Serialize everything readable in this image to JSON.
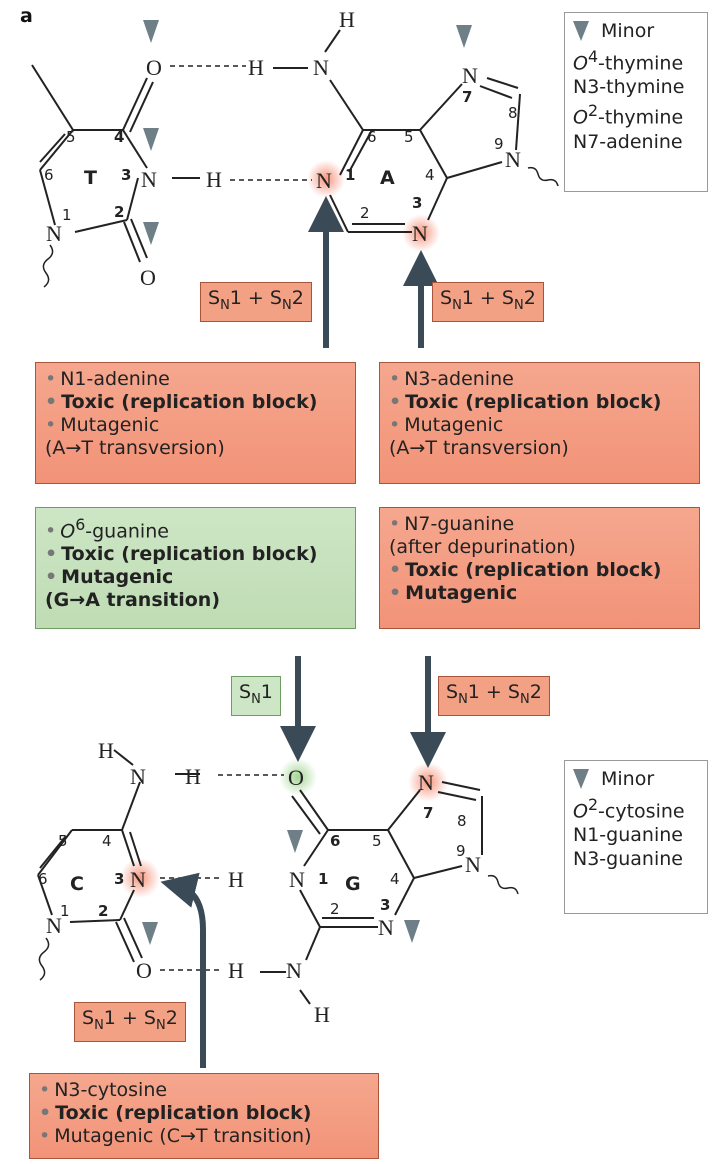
{
  "panel_label": "a",
  "minor_box_top": {
    "title": "Minor",
    "items": [
      {
        "italic": "O",
        "sup": "4",
        "rest": "-thymine"
      },
      {
        "italic": "",
        "sup": "",
        "rest": "N3-thymine"
      },
      {
        "italic": "O",
        "sup": "2",
        "rest": "-thymine"
      },
      {
        "italic": "",
        "sup": "",
        "rest": "N7-adenine"
      }
    ]
  },
  "minor_box_bottom": {
    "title": "Minor",
    "items": [
      {
        "italic": "O",
        "sup": "2",
        "rest": "-cytosine"
      },
      {
        "italic": "",
        "sup": "",
        "rest": "N1-guanine"
      },
      {
        "italic": "",
        "sup": "",
        "rest": "N3-guanine"
      }
    ]
  },
  "mechanism_labels": {
    "sn1_sn2": "SN1 + SN2",
    "sn1": "SN1"
  },
  "lesion_boxes": {
    "n1_adenine": [
      "N1-adenine",
      "Toxic (replication block)",
      "Mutagenic",
      "(A→T transversion)"
    ],
    "n3_adenine": [
      "N3-adenine",
      "Toxic (replication block)",
      "Mutagenic",
      "(A→T transversion)"
    ],
    "o6_guanine": [
      "-guanine",
      "Toxic (replication block)",
      "Mutagenic",
      "(G→A transition)"
    ],
    "o6_guanine_prefix": {
      "italic": "O",
      "sup": "6"
    },
    "n7_guanine": [
      "N7-guanine",
      "(after depurination)",
      "Toxic (replication block)",
      "Mutagenic"
    ],
    "n3_cytosine": [
      "N3-cytosine",
      "Toxic (replication block)",
      "Mutagenic (C→T transition)"
    ]
  },
  "bases": {
    "thymine": "T",
    "adenine": "A",
    "cytosine": "C",
    "guanine": "G"
  },
  "atoms": {
    "O": "O",
    "N": "N",
    "H": "H"
  },
  "ring_numbers": {
    "t": [
      "4",
      "5",
      "6",
      "3",
      "2",
      "1"
    ],
    "a": [
      "6",
      "5",
      "1",
      "4",
      "2",
      "3",
      "7",
      "8",
      "9"
    ],
    "c": [
      "4",
      "5",
      "6",
      "3",
      "2",
      "1"
    ],
    "g": [
      "6",
      "5",
      "1",
      "4",
      "2",
      "3",
      "7",
      "8",
      "9"
    ]
  },
  "colors": {
    "red_box": "#f29378",
    "green_box": "#bfdcb4",
    "arrow": "#3b4a57",
    "minor_triangle": "#6f7f88",
    "red_glow": "#f58a70",
    "green_glow": "#9fd48f"
  }
}
